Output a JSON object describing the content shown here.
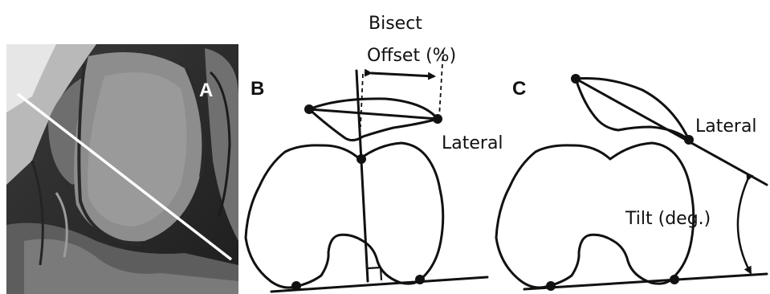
{
  "panels": {
    "a": {
      "letter": "A"
    },
    "b": {
      "letter": "B",
      "bisect_label": "Bisect",
      "offset_label": "Offset (%)",
      "lateral_label": "Lateral"
    },
    "c": {
      "letter": "C",
      "lateral_label": "Lateral",
      "tilt_label": "Tilt (deg.)"
    }
  }
}
